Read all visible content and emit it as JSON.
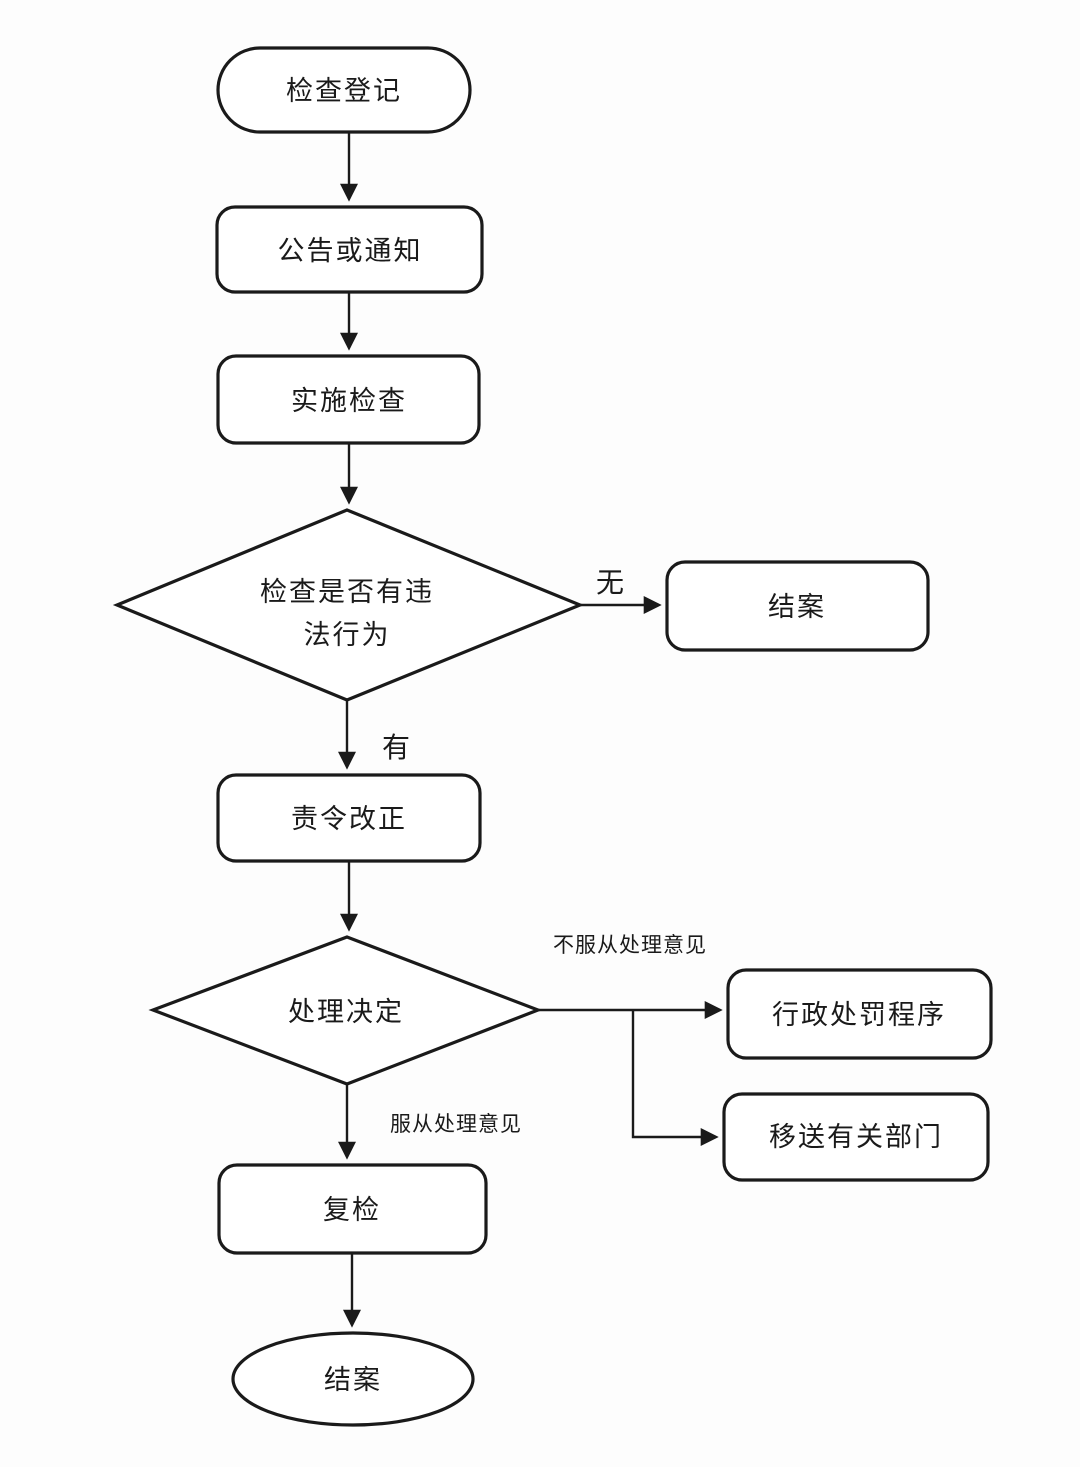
{
  "diagram": {
    "type": "flowchart",
    "language": "zh-CN",
    "nodes": {
      "start": {
        "shape": "stadium",
        "label": "检查登记"
      },
      "notice": {
        "shape": "rounded-rect",
        "label": "公告或通知"
      },
      "implement": {
        "shape": "rounded-rect",
        "label": "实施检查"
      },
      "violation_check": {
        "shape": "diamond",
        "label_line1": "检查是否有违",
        "label_line2": "法行为"
      },
      "close_case_no_violation": {
        "shape": "rounded-rect",
        "label": "结案"
      },
      "order_correction": {
        "shape": "rounded-rect",
        "label": "责令改正"
      },
      "handling_decision": {
        "shape": "diamond",
        "label": "处理决定"
      },
      "admin_penalty": {
        "shape": "rounded-rect",
        "label": "行政处罚程序"
      },
      "transfer_department": {
        "shape": "rounded-rect",
        "label": "移送有关部门"
      },
      "reinspection": {
        "shape": "rounded-rect",
        "label": "复检"
      },
      "close_case_end": {
        "shape": "ellipse",
        "label": "结案"
      }
    },
    "edge_labels": {
      "no": "无",
      "yes": "有",
      "disobey": "不服从处理意见",
      "obey": "服从处理意见"
    },
    "colors": {
      "stroke": "#1a1a1a",
      "node_fill": "#ffffff",
      "background": "#fdfdfd",
      "text": "#1a1a1a"
    }
  }
}
